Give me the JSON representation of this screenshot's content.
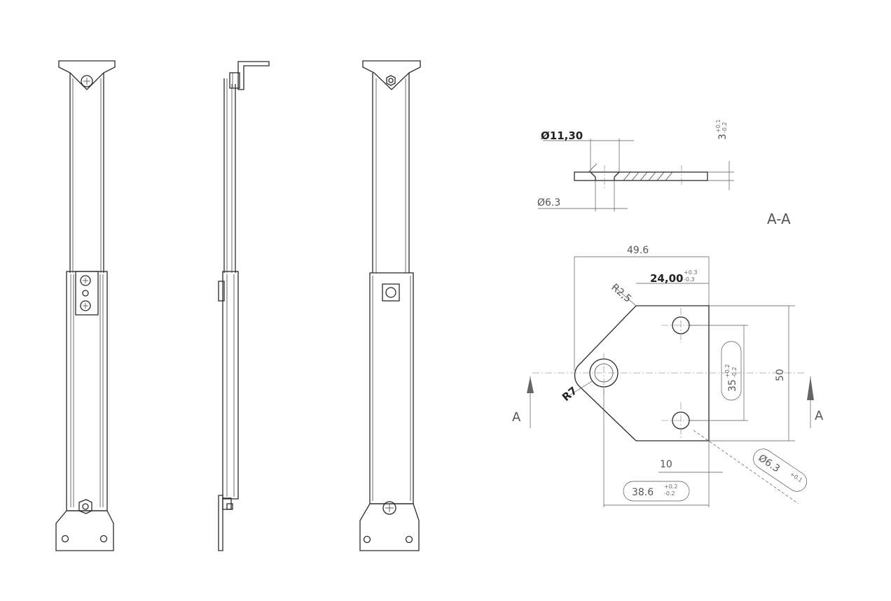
{
  "drawing": {
    "section_label": "A-A",
    "section_marker": "A",
    "dimensions": {
      "counterbore_dia": "Ø11,30",
      "hole_dia": "Ø6.3",
      "thickness": "3",
      "thickness_tol_upper": "+0.1",
      "thickness_tol_lower": "-0.2",
      "overall_width": "49.6",
      "top_edge": "24,00",
      "top_edge_tol_upper": "+0.3",
      "top_edge_tol_lower": "-0.3",
      "corner_radius": "R2,5",
      "nose_radius": "R7",
      "hole_spacing": "35",
      "hole_spacing_tol_upper": "+0.2",
      "hole_spacing_tol_lower": "-0.2",
      "overall_height": "50",
      "edge_offset": "10",
      "center_distance": "38.6",
      "center_distance_tol_upper": "+0.2",
      "center_distance_tol_lower": "-0.2",
      "small_hole": "Ø6.3",
      "small_hole_tol": "+0.1"
    }
  }
}
